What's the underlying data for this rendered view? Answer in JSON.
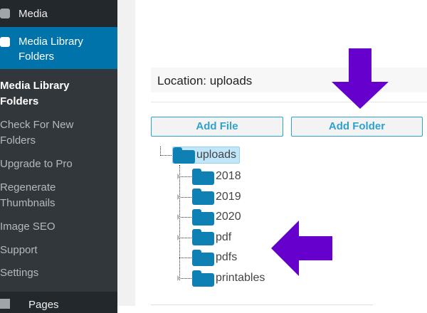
{
  "sidebar": {
    "media": "Media",
    "active": "Media Library Folders",
    "submenu": [
      "Media Library Folders",
      "Check For New Folders",
      "Upgrade to Pro",
      "Regenerate Thumbnails",
      "Image SEO",
      "Support",
      "Settings"
    ],
    "pages": "Pages"
  },
  "main": {
    "location": "Location: uploads",
    "add_file": "Add File",
    "add_folder": "Add Folder",
    "tree": {
      "root": "uploads",
      "children": [
        "2018",
        "2019",
        "2020",
        "pdf",
        "pdfs",
        "printables"
      ]
    }
  },
  "colors": {
    "accent": "#0073aa",
    "arrow": "#6600cc",
    "button_text": "#2ea2cc",
    "folder": "#0e80b4"
  }
}
